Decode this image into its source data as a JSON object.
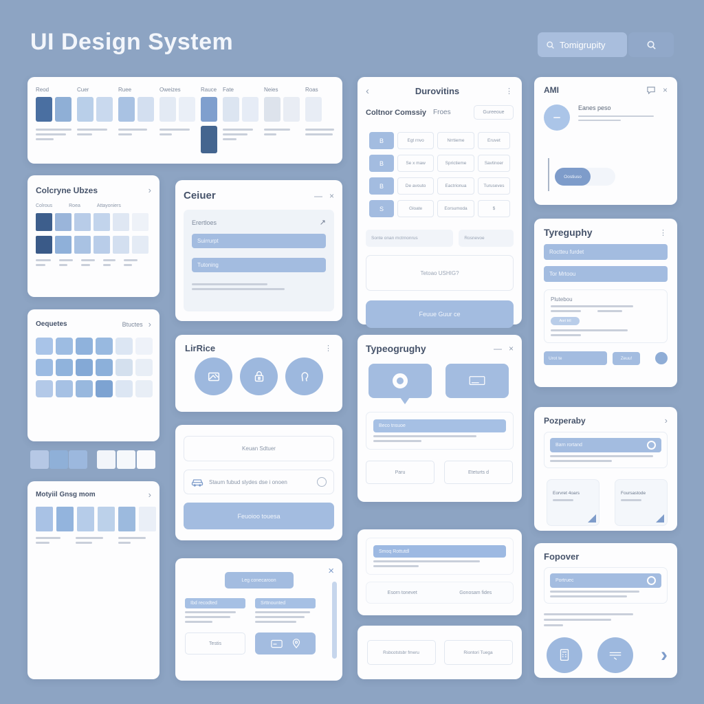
{
  "page": {
    "title": "UI Design System"
  },
  "topbar": {
    "search_query": "Tomigrupity"
  },
  "colors": {
    "bg": "#8da4c3",
    "accent": "#a3bce0",
    "accent_dark": "#7e9cca",
    "dark_swatch": "#44658f"
  },
  "palette_card": {
    "columns": [
      {
        "label": "Reod",
        "swatches": [
          "#4a6fa1",
          "#8fafd6"
        ]
      },
      {
        "label": "Cuer",
        "swatches": [
          "#b9cfe9",
          "#c9d9ee"
        ]
      },
      {
        "label": "Ruee",
        "swatches": [
          "#a9c2e3",
          "#d3dff0"
        ]
      },
      {
        "label": "Oweizes",
        "swatches": [
          "#e3eaf4",
          "#eaeff7"
        ]
      },
      {
        "label": "Rauce",
        "swatches": [
          "#7f9fce"
        ],
        "extra": [
          "#44658f"
        ]
      },
      {
        "label": "Fate",
        "swatches": [
          "#dce5f1",
          "#e6ecf6"
        ]
      },
      {
        "label": "Neies",
        "swatches": [
          "#dde3ec",
          "#e9edf4"
        ]
      },
      {
        "label": "Roas",
        "swatches": [
          "#e8edf5"
        ]
      }
    ]
  },
  "library_card": {
    "title": "Colcryne Ubzes",
    "chevron": "›",
    "labels": [
      "Colrous",
      "Roea",
      "Attayoniers"
    ],
    "row1": [
      "#3d5e8c",
      "#9ab5da",
      "#b8cce8",
      "#c2d4ec",
      "#dfe7f3",
      "#eef2f8"
    ],
    "row2": [
      "#3a5a88",
      "#8fb0d9",
      "#a9c2e3",
      "#b9cde9",
      "#d3dff0",
      "#e4ebf5"
    ]
  },
  "grid_card": {
    "title": "Oequetes",
    "subtitle": "Btuctes",
    "chevron": "›",
    "row1": [
      "#a9c4e8",
      "#9dbce2",
      "#8fb2dc",
      "#98b9e0",
      "#dce6f3",
      "#eef2f9"
    ],
    "row2": [
      "#9cbbe2",
      "#90b3dc",
      "#84a9d6",
      "#8cb0da",
      "#d4e0ee",
      "#e8eef6"
    ],
    "row3": [
      "#b3c9e8",
      "#a6c1e4",
      "#98b8de",
      "#7da3d2",
      "#dce6f3",
      "#e8eef6"
    ]
  },
  "strip": {
    "swatches_blue": [
      "#b6c8e5",
      "#8fb0d8",
      "#9cb8de"
    ],
    "swatches_light": [
      "#f2f5fa",
      "#f5f8fb",
      "#fafbfd"
    ]
  },
  "moodboard_card": {
    "title": "Motyiil Gnsg mom",
    "chevron": "›",
    "swatches": [
      "#a9c2e5",
      "#93b4dd",
      "#b6cce9",
      "#bcd1ea",
      "#9cbade",
      "#eaeff7"
    ]
  },
  "center_card": {
    "title": "Ceiuer",
    "min": "—",
    "close": "×",
    "panel_label": "Erertloes",
    "arrow": "↗",
    "button1": "Suirrurpt",
    "button2": "Tutoning"
  },
  "lirice_card": {
    "title": "LirRice",
    "menu": "⋮"
  },
  "form_card": {
    "input1": "Keuan Sdtuer",
    "input2": "Staum fubud slydes dse i onoen",
    "button": "Feuoioo touesa"
  },
  "modal_card": {
    "close": "×",
    "top_button": "Leg conecaroon",
    "bar1": "Ibd recodted",
    "bar2": "Srttnounted",
    "outline_button": "Testis"
  },
  "buttons_card": {
    "back": "‹",
    "title": "Durovitins",
    "menu": "⋮",
    "section1": "Coltnor Comssiy",
    "section2": "Froes",
    "outline_button": "Gureeoue",
    "letters": [
      "B",
      "B",
      "B",
      "S"
    ],
    "rows": [
      [
        "Egt rnvo",
        "Nrrtieme",
        "Eruvet"
      ],
      [
        "Se x maw",
        "Sprictieme",
        "Savtinoer"
      ],
      [
        "De avouto",
        "Eactrionua",
        "Turuseves"
      ],
      [
        "Gloate",
        "Eorsumoda",
        "$"
      ]
    ],
    "input1": "Sonte onan mctrnonrus",
    "input2": "Rosnevoe",
    "empty_box": "Tetoao USHIG?",
    "primary_button": "Feuue Guur ce"
  },
  "typo_center_card": {
    "title": "Typeogrughy",
    "min": "—",
    "close": "×",
    "bar": "Beco tnsuoe",
    "button1": "Paru",
    "button2": "Eteturts d"
  },
  "feed_card": {
    "bar": "Smoq Rottutdl",
    "button1": "Esorn tonevet",
    "button2": "Gonosam fides"
  },
  "actions_card": {
    "button1": "Rsbcotstsbr fmeru",
    "button2": "Riontori Tuega"
  },
  "profile_card": {
    "title": "AMI",
    "close": "×",
    "name": "Eanes peso",
    "pill": "Oostiuso"
  },
  "typo_right_card": {
    "title": "Tyreguphy",
    "menu": "⋮",
    "bar1": "Roctteu furdet",
    "bar2": "Tor Mrtoou",
    "panel_label": "Plutebou",
    "chip": "Aori tril",
    "bottom_bar": "Urot te",
    "button": "Zeuu!"
  },
  "popover_top_card": {
    "title": "Pozperaby",
    "chevron": "›",
    "bar": "Barn rortand",
    "tooltip1": "Eorvret 4oars",
    "tooltip2": "Foursastode"
  },
  "popover_card": {
    "title": "Fopover",
    "bar": "Portruec",
    "chevron": "›"
  }
}
